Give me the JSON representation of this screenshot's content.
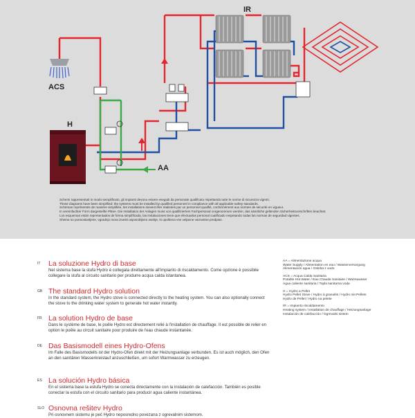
{
  "diagram": {
    "label_ir": "IR",
    "label_acs": "ACS",
    "label_h": "H",
    "label_aa": "AA",
    "pipe_colors": {
      "hot": "#e3262d",
      "return": "#1e4fa3",
      "cold": "#39a845"
    },
    "radiator_color": "#9a9a9a",
    "stove_color": "#6b1521"
  },
  "disclaimer": [
    "Schemi rappresentati in modo semplificato, gli impianti devono essere eseguiti da personale qualificato rispettando tutte le norme di sicurezza vigenti.",
    "These diagrams have been simplified; the systems must be installed by qualified personnel in compliance with all applicable safety standards.",
    "Schémas représentés de manière simplifiée, les installations doivent être réalisées par un personnel qualifié, conformément aux normes de sécurité en vigueur.",
    "In vereinfachter Form dargestellte Pläne. Die Installation der Anlagen muss von qualifiziertem Fachpersonal vorgenommen werden, das sämtliche geltenden Sicherheitsvorschriften beachtet.",
    "Los esquemas están representados de forma simplificada, las instalaciones tiene que efectuarlas personal cualificado respetando todas las normas de seguridad vigentes.",
    "Sheme so poenostavljene, vgradnjo mora izvesti usposobljeno osebje, ki upošteva vse veljavne varnostne predpise."
  ],
  "sections": [
    {
      "code": "IT",
      "title": "La soluzione Hydro di base",
      "body": "Nel sistema base la stufa Hydro è collegata direttamente all'impianto di riscaldamento. Come opzione è possibile collegare la stufa al circuito sanitario per produrre acqua calda istantanea."
    },
    {
      "code": "GB",
      "title": "The standard Hydro solution",
      "body": "In the standard system, the Hydro stove is connected directly to the heating system. You can also optionally connect the stove to the drinking water system to generate hot water instantly."
    },
    {
      "code": "FR",
      "title": "La solution Hydro de base",
      "body": "Dans le système de base, le poêle Hydro est directement relié à l'installation de chauffage. Il est possible de relier en option le poêle au circuit sanitaire pour produire de l'eau chaude instantanée."
    },
    {
      "code": "DE",
      "title": "Das Basismodell eines Hydro-Ofens",
      "body": "Im Falle des Basismodells ist der Hydro-Ofen direkt mit der Heizungsanlage verbunden. Es ist auch möglich, den Ofen an den sanitären Wasserkreislauf anzuschließen, um sofort Warmwasser zu erzeugen."
    },
    {
      "code": "ES",
      "title": "La solución Hydro básica",
      "body": "En el sistema base la estufa Hydro se conecta directamente con la instalación de calefacción. También es posible conectar la estufa con el circuito sanitario para producir agua caliente instantánea."
    },
    {
      "code": "SLO",
      "title": "Osnovna rešitev Hydro",
      "body": "Pri osnovnem sistemu je peč Hydro neposredno povezana z ogrevalnim sistemom."
    }
  ],
  "legend": [
    [
      "AA = Alimentazione acqua",
      "Water Supply / Alimentation en eau / Wasserversorgung",
      "Alimentación agua / Oskrba z vodo"
    ],
    [
      "ACS = Acqua Calda Sanitaria",
      "Potable Hot Water / Eau Chaude Sanitaire / Warmwasser",
      "Agua caliente sanitaria / Topla sanitarna voda"
    ],
    [
      "H = Hydro a Pellet",
      "Hydro Pellet Stove / Hydro à granulés / Hydro mit Pellets",
      "Hydro de Pellet / Hydro na pelete"
    ],
    [
      "IR = Impianto riscaldamento",
      "Heating system / Installation de chauffage / Heizungsanlage",
      "Instalación de calefacción / Ogrevalni sistem"
    ]
  ]
}
